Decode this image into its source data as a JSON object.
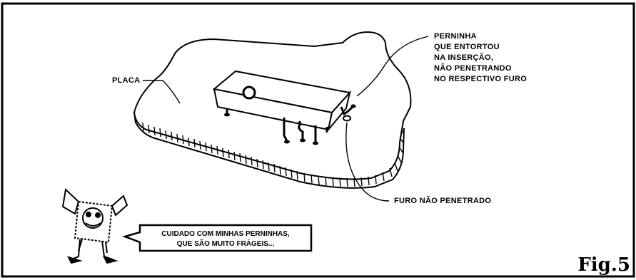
{
  "labels": {
    "placa": "PLACA",
    "bent_leg_note": [
      "PERNINHA",
      "QUE ENTORTOU",
      "NA INSERÇÃO,",
      "NÃO PENETRANDO",
      "NO RESPECTIVO FURO"
    ],
    "hole_note": "FURO NÃO PENETRADO"
  },
  "speech_bubble": [
    "CUIDADO COM MINHAS PERNINHAS,",
    "QUE SÃO MUITO FRÁGEIS..."
  ],
  "figure_label": "Fig.5",
  "colors": {
    "ink": "#000000",
    "paper": "#ffffff"
  }
}
